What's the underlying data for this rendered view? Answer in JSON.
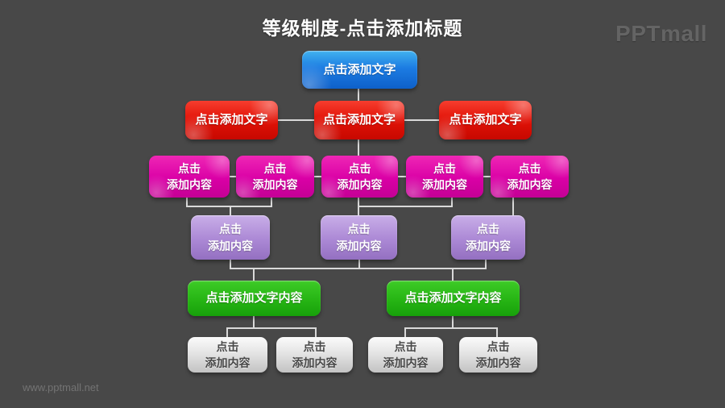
{
  "title": "等级制度-点击添加标题",
  "brand": {
    "logo_text": "PPTmall",
    "watermark": "www.pptmall.net"
  },
  "palette": {
    "background": "#484848",
    "blue": "#1c7ce2",
    "red": "#e11207",
    "magenta": "#da00a6",
    "purple": "#ab88d5",
    "green": "#26b514",
    "gray": "#e4e4e4",
    "connector": "#d9d9d9",
    "title_text": "#ffffff"
  },
  "hierarchy": {
    "levels": [
      {
        "level": 1,
        "color_name": "blue",
        "nodes": [
          {
            "label": "点击添加文字"
          }
        ]
      },
      {
        "level": 2,
        "color_name": "red",
        "nodes": [
          {
            "label": "点击添加文字"
          },
          {
            "label": "点击添加文字"
          },
          {
            "label": "点击添加文字"
          }
        ]
      },
      {
        "level": 3,
        "color_name": "magenta",
        "nodes": [
          {
            "label": "点击\n添加内容"
          },
          {
            "label": "点击\n添加内容"
          },
          {
            "label": "点击\n添加内容"
          },
          {
            "label": "点击\n添加内容"
          },
          {
            "label": "点击\n添加内容"
          }
        ]
      },
      {
        "level": 4,
        "color_name": "purple",
        "nodes": [
          {
            "label": "点击\n添加内容"
          },
          {
            "label": "点击\n添加内容"
          },
          {
            "label": "点击\n添加内容"
          }
        ]
      },
      {
        "level": 5,
        "color_name": "green",
        "nodes": [
          {
            "label": "点击添加文字内容"
          },
          {
            "label": "点击添加文字内容"
          }
        ]
      },
      {
        "level": 6,
        "color_name": "gray",
        "nodes": [
          {
            "label": "点击\n添加内容"
          },
          {
            "label": "点击\n添加内容"
          },
          {
            "label": "点击\n添加内容"
          },
          {
            "label": "点击\n添加内容"
          }
        ]
      }
    ]
  }
}
